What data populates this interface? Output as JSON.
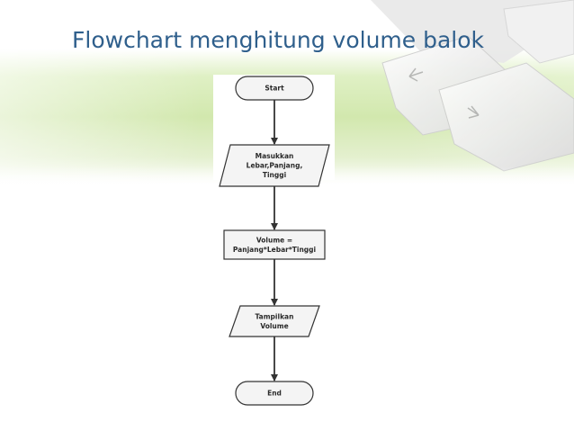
{
  "slide": {
    "title": "Flowchart menghitung volume balok"
  },
  "flowchart": {
    "nodes": [
      {
        "id": "start",
        "type": "terminator",
        "lines": [
          "Start"
        ]
      },
      {
        "id": "input",
        "type": "io",
        "lines": [
          "Masukkan",
          "Lebar,Panjang,",
          "Tinggi"
        ]
      },
      {
        "id": "process",
        "type": "process",
        "lines": [
          "Volume =",
          "Panjang*Lebar*Tinggi"
        ]
      },
      {
        "id": "output",
        "type": "io",
        "lines": [
          "Tampilkan",
          "Volume"
        ]
      },
      {
        "id": "end",
        "type": "terminator",
        "lines": [
          "End"
        ]
      }
    ],
    "edges": [
      {
        "from": "start",
        "to": "input"
      },
      {
        "from": "input",
        "to": "process"
      },
      {
        "from": "process",
        "to": "output"
      },
      {
        "from": "output",
        "to": "end"
      }
    ],
    "colors": {
      "shape_fill": "#f4f4f4",
      "shape_stroke": "#333333",
      "arrow": "#333333",
      "title": "#2f5f8c",
      "background_accent": "#d2e8ae"
    }
  }
}
